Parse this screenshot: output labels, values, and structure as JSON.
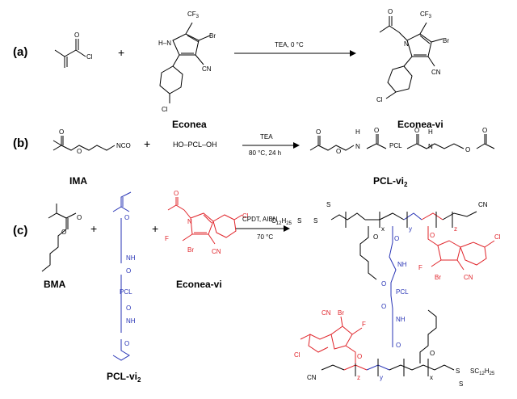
{
  "panels": {
    "a": {
      "label": "(a)",
      "plus": "+",
      "condition": "TEA, 0 °C",
      "reactant2_name": "Econea",
      "product_name": "Econea-vi",
      "atoms": {
        "cl_acyl": "Cl",
        "o_acyl": "O",
        "cf3": "CF",
        "cf3_sub": "3",
        "br": "Br",
        "hn": "H–N",
        "cn": "CN",
        "cl_ring": "Cl",
        "n": "N",
        "o_prod": "O",
        "br_prod": "Br",
        "cn_prod": "CN",
        "cl_prod": "Cl",
        "cf3_prod": "CF",
        "cf3_prod_sub": "3"
      }
    },
    "b": {
      "label": "(b)",
      "plus": "+",
      "reagent": "HO–PCL–OH",
      "condition_top": "TEA",
      "condition_bottom": "80 °C, 24 h",
      "reactant1_name": "IMA",
      "product_name": "PCL-vi",
      "product_sub": "2",
      "atoms": {
        "o": "O",
        "nco": "NCO",
        "h": "H",
        "n": "N",
        "pcl": "PCL"
      }
    },
    "c": {
      "label": "(c)",
      "plus1": "+",
      "plus2": "+",
      "condition_top": "CPDT, AIBN",
      "condition_bottom": "70 °C",
      "bma_name": "BMA",
      "pclvi_name": "PCL-vi",
      "pclvi_sub": "2",
      "econeavi_name": "Econea-vi",
      "atoms": {
        "o": "O",
        "nh": "NH",
        "pcl": "PCL",
        "br": "Br",
        "cl": "Cl",
        "cn": "CN",
        "n": "N",
        "f": "F",
        "s": "S",
        "c12h25": "C",
        "c12h25_sub": "12",
        "c12h25_h": "H",
        "c12h25_sub2": "25",
        "sc12h25": "SC",
        "x": "x",
        "y": "y",
        "z": "z"
      }
    }
  }
}
